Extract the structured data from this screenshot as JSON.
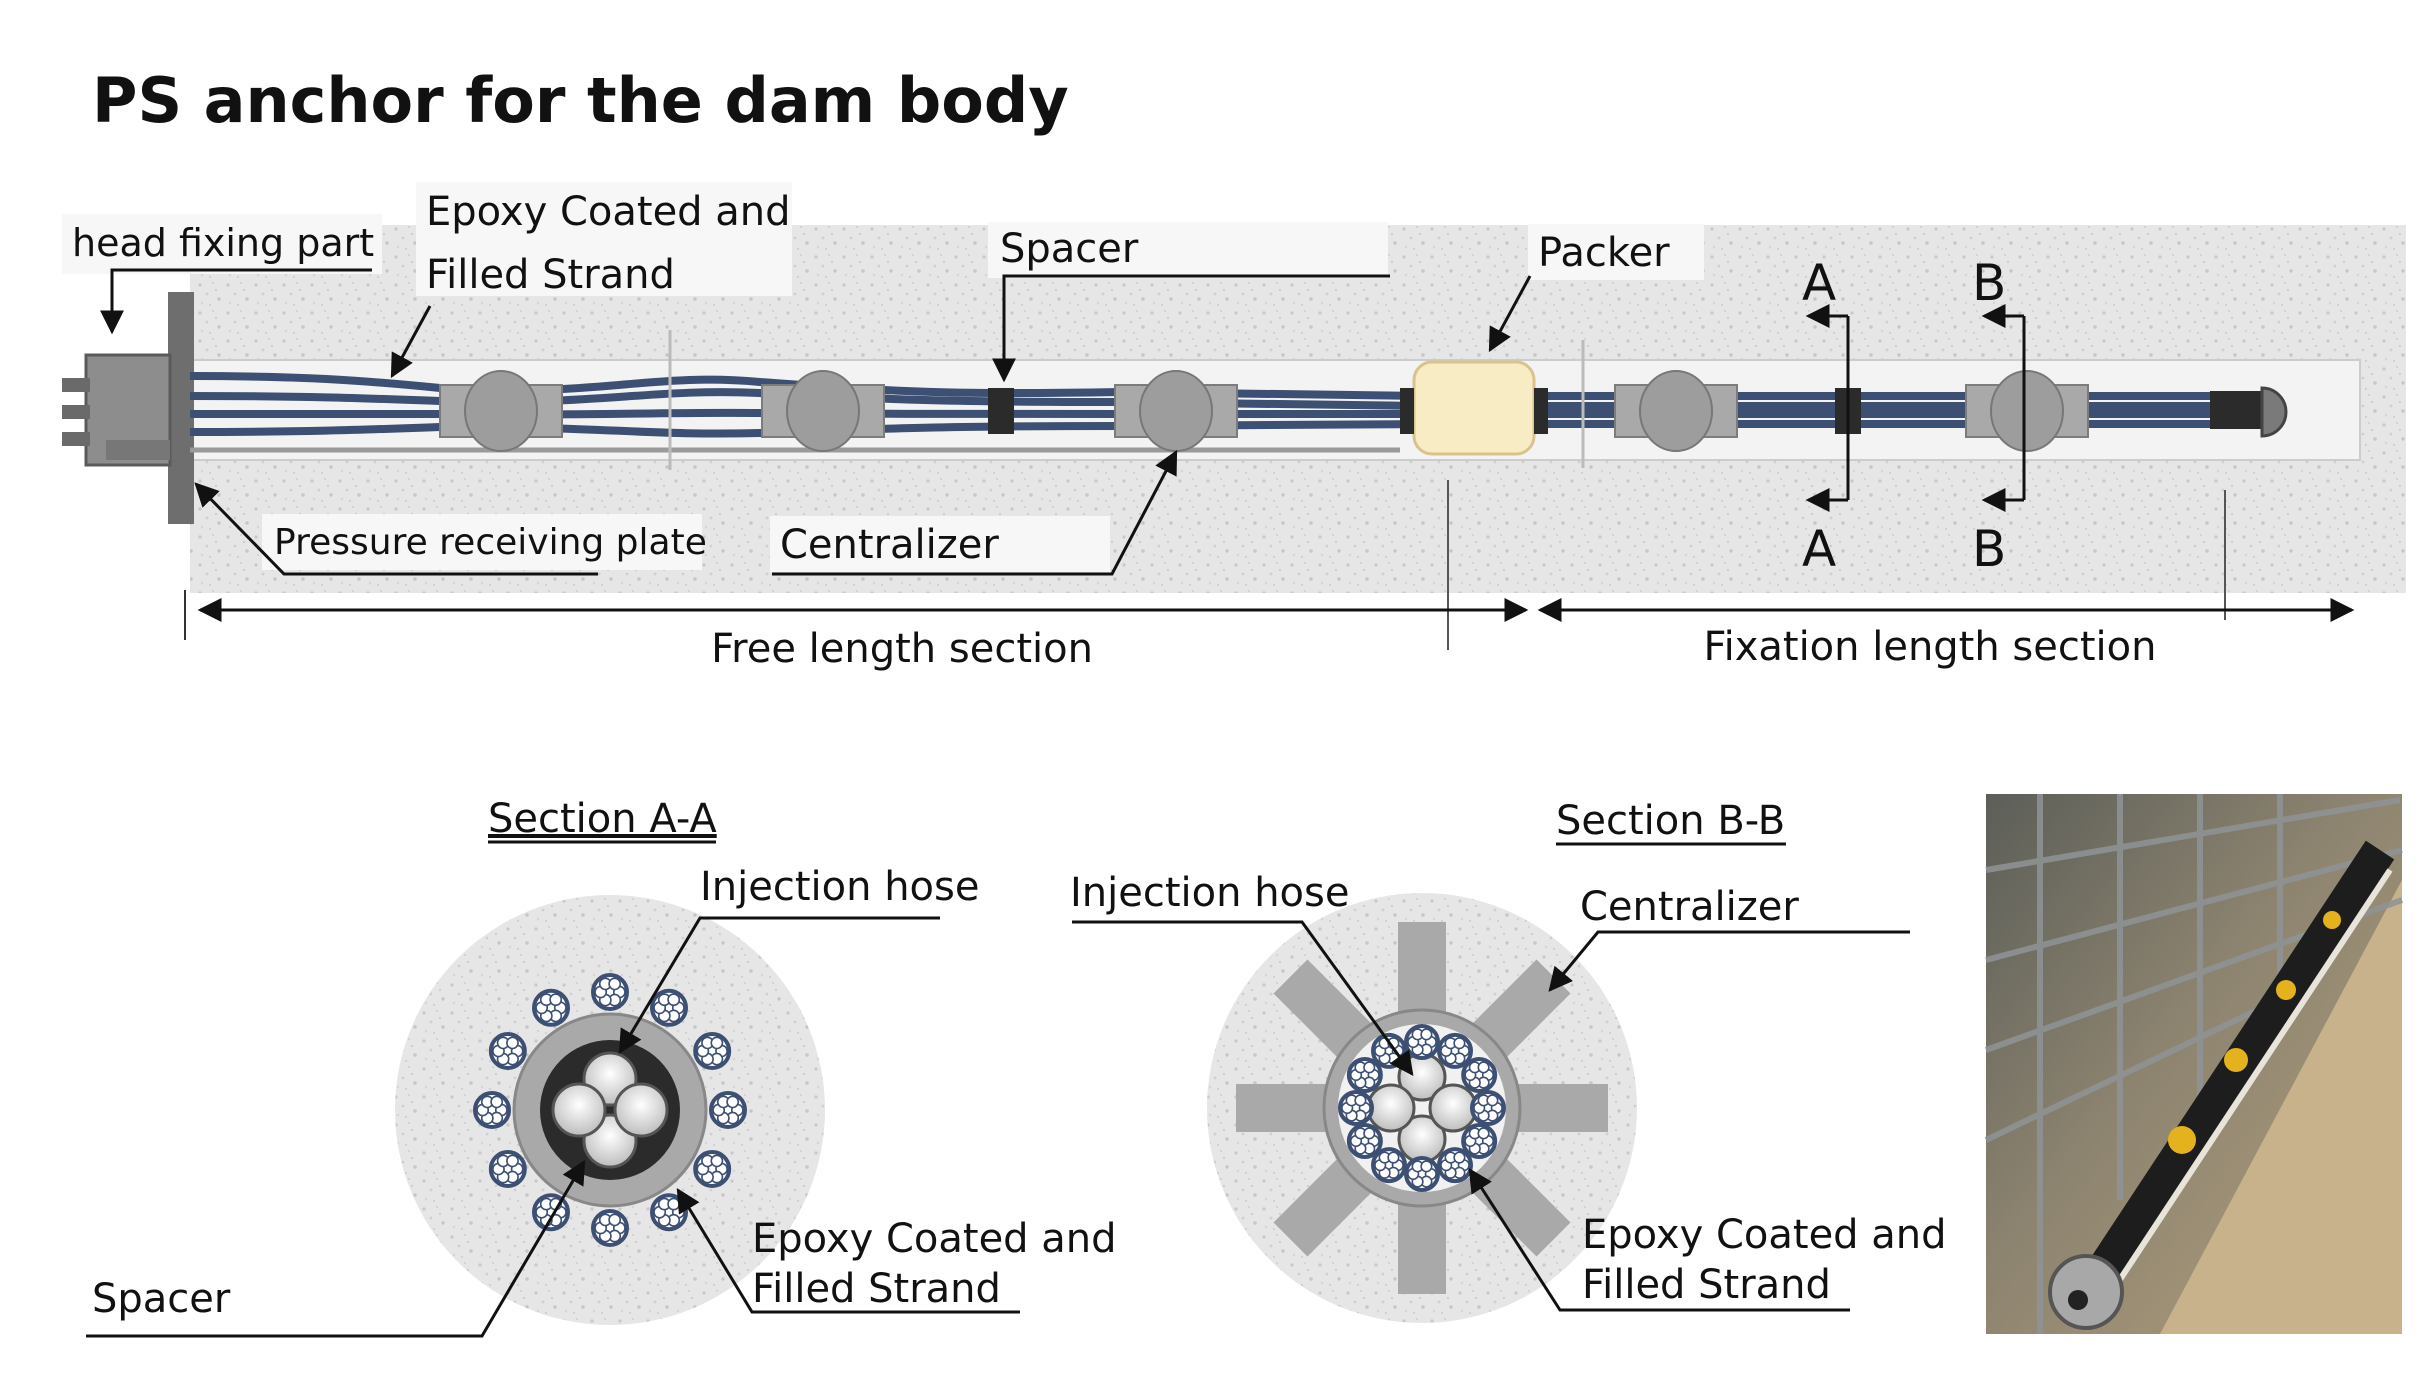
{
  "title": "PS anchor for the dam body",
  "labels": {
    "head_fixing_part": "head fixing part",
    "epoxy_line1": "Epoxy Coated and",
    "epoxy_line2": "Filled Strand",
    "spacer": "Spacer",
    "packer": "Packer",
    "section_mark_a": "A",
    "section_mark_b": "B",
    "pressure_plate": "Pressure receiving plate",
    "centralizer": "Centralizer",
    "free_length": "Free length section",
    "fixation_length": "Fixation length section"
  },
  "section_aa": {
    "title": "Section A-A",
    "injection_hose": "Injection hose",
    "epoxy_line1": "Epoxy Coated and",
    "epoxy_line2": "Filled Strand",
    "spacer": "Spacer"
  },
  "section_bb": {
    "title": "Section B-B",
    "injection_hose": "Injection hose",
    "centralizer": "Centralizer",
    "epoxy_line1": "Epoxy Coated and",
    "epoxy_line2": "Filled Strand"
  },
  "colors": {
    "concrete": "#e4e4e4",
    "strand": "#3d5073",
    "centralizer": "#a9a9a9",
    "packer": "#f8ecc4",
    "spacer_dark": "#2b2b2b"
  }
}
